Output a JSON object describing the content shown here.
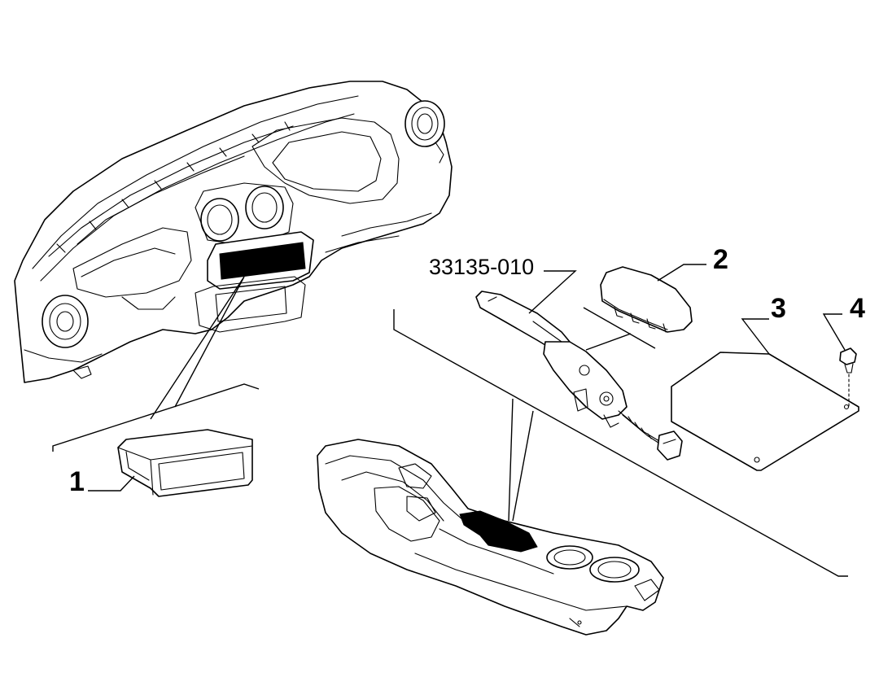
{
  "callouts": {
    "c1": "1",
    "c2": "2",
    "c3": "3",
    "c4": "4",
    "part": "33135-010"
  },
  "colors": {
    "line": "#000000",
    "background": "#ffffff"
  }
}
